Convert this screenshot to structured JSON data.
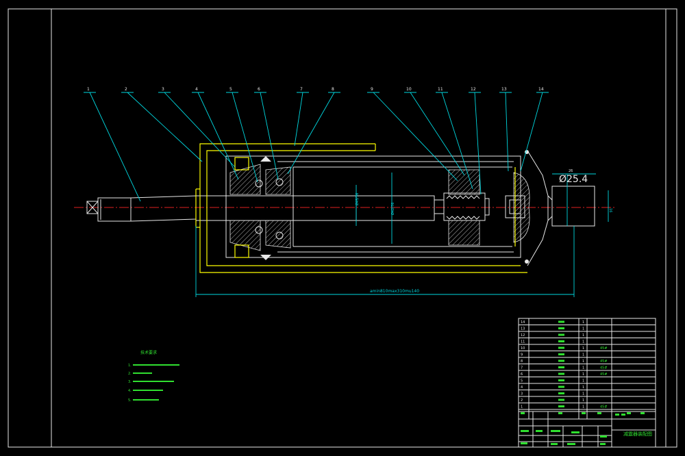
{
  "balloons": [
    "1",
    "2",
    "3",
    "4",
    "5",
    "6",
    "7",
    "8",
    "9",
    "10",
    "11",
    "12",
    "13",
    "14"
  ],
  "dimensions": {
    "diameter": "Ø25.4",
    "length": "amin810max310mu140",
    "dim_a": "Ø45/76",
    "dim_b": "Ø42/76",
    "dim_c": "16",
    "dim_d": "26"
  },
  "notes": {
    "title": "技术要求",
    "items": [
      "1.",
      "2.",
      "3.",
      "4.",
      "5."
    ]
  },
  "bom": {
    "rows": [
      {
        "no": "14",
        "name": "",
        "qty": "1",
        "mat": ""
      },
      {
        "no": "13",
        "name": "",
        "qty": "1",
        "mat": ""
      },
      {
        "no": "12",
        "name": "",
        "qty": "1",
        "mat": ""
      },
      {
        "no": "11",
        "name": "",
        "qty": "1",
        "mat": ""
      },
      {
        "no": "10",
        "name": "",
        "qty": "1",
        "mat": "45#"
      },
      {
        "no": "9",
        "name": "",
        "qty": "1",
        "mat": ""
      },
      {
        "no": "8",
        "name": "",
        "qty": "1",
        "mat": "45#"
      },
      {
        "no": "7",
        "name": "",
        "qty": "1",
        "mat": "45#"
      },
      {
        "no": "6",
        "name": "",
        "qty": "1",
        "mat": "45#"
      },
      {
        "no": "5",
        "name": "",
        "qty": "1",
        "mat": ""
      },
      {
        "no": "4",
        "name": "",
        "qty": "1",
        "mat": ""
      },
      {
        "no": "3",
        "name": "",
        "qty": "1",
        "mat": ""
      },
      {
        "no": "2",
        "name": "",
        "qty": "1",
        "mat": ""
      },
      {
        "no": "1",
        "name": "",
        "qty": "1",
        "mat": "45#"
      }
    ],
    "title_block_name": "减震器装配图"
  }
}
